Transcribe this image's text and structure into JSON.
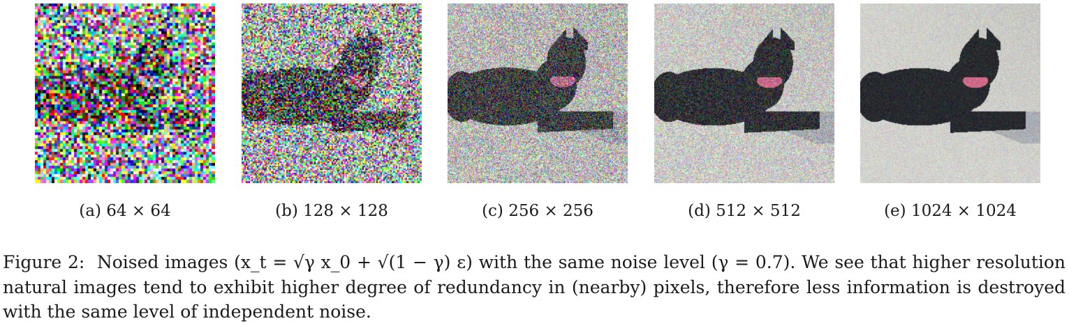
{
  "figure": {
    "panels": [
      {
        "id": "a",
        "subcaption": "(a) 64 × 64",
        "grid": 64,
        "noise": 1.0,
        "blur": 0
      },
      {
        "id": "b",
        "subcaption": "(b) 128 × 128",
        "grid": 128,
        "noise": 0.85,
        "blur": 0
      },
      {
        "id": "c",
        "subcaption": "(c) 256 × 256",
        "grid": 256,
        "noise": 0.55,
        "blur": 0.15
      },
      {
        "id": "d",
        "subcaption": "(d) 512 × 512",
        "grid": 512,
        "noise": 0.3,
        "blur": 0.25
      },
      {
        "id": "e",
        "subcaption": "(e) 1024 × 1024",
        "grid": 1024,
        "noise": 0.12,
        "blur": 0.35
      }
    ],
    "caption_label": "Figure 2:",
    "caption_formula": "Noised images (x_t = √γ x_0 + √(1 − γ) ε) with the same noise level (γ = 0.7).",
    "caption_text": "We see that higher resolution natural images tend to exhibit higher degree of redundancy in (nearby) pixels, therefore less information is destroyed with the same level of independent noise.",
    "colors": {
      "snow": "#d8d8d3",
      "dog": "#22252a",
      "shadow": "#aeb2b8",
      "collar": "#d46a8a"
    }
  }
}
